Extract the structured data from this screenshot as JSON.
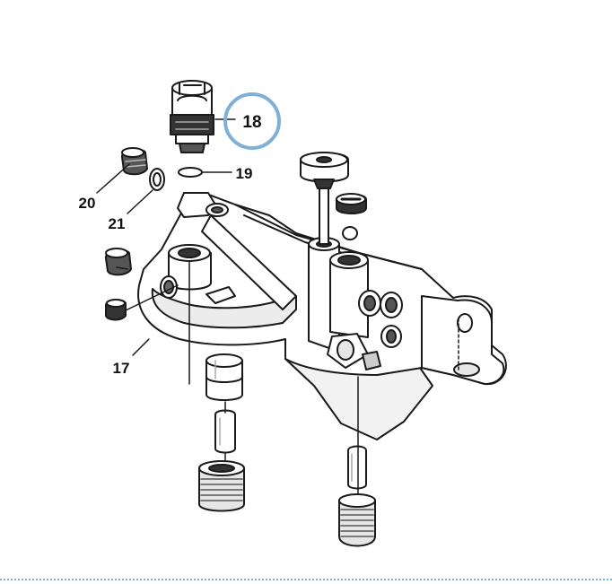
{
  "diagram": {
    "callouts": {
      "c17": "17",
      "c18": "18",
      "c19": "19",
      "c20": "20",
      "c21": "21"
    },
    "highlighted_callout": "18",
    "colors": {
      "line": "#1a1a1a",
      "fill": "#ffffff",
      "shade": "#d9d9d9",
      "dark": "#555555",
      "highlight_ring": "#7fb0d8"
    }
  }
}
